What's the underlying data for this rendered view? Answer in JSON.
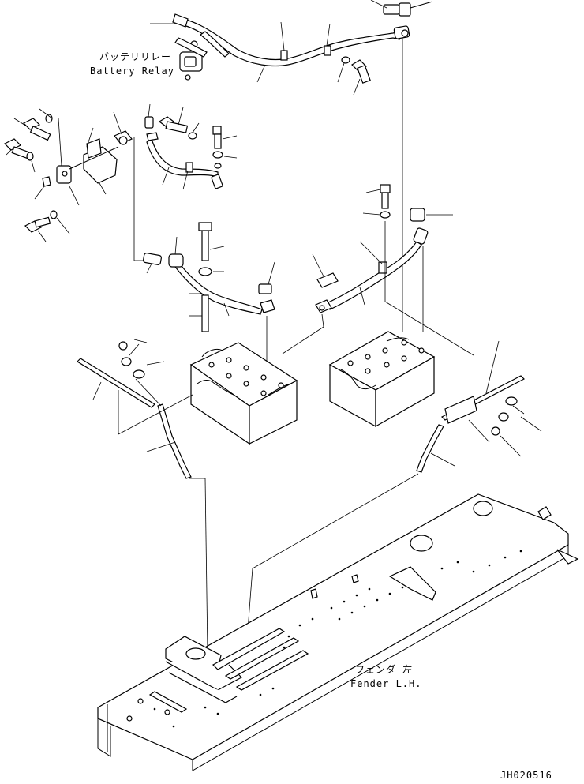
{
  "labels": {
    "battery_relay_jp": "バッテリリレー",
    "battery_relay_en": "Battery Relay",
    "fender_jp": "フェンダ 左",
    "fender_en": "Fender L.H.",
    "drawing_code": "JH020516"
  }
}
